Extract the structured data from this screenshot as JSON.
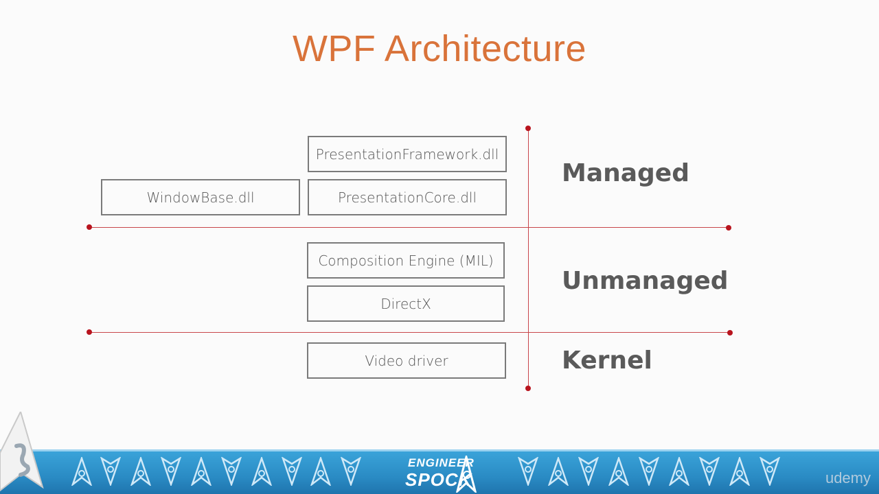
{
  "title": "WPF Architecture",
  "boxes": {
    "presentation_framework": "PresentationFramework.dll",
    "window_base": "WindowBase.dll",
    "presentation_core": "PresentationCore.dll",
    "composition_engine": "Composition Engine (MIL)",
    "directx": "DirectX",
    "video_driver": "Video driver"
  },
  "layers": {
    "managed": "Managed",
    "unmanaged": "Unmanaged",
    "kernel": "Kernel"
  },
  "footer": {
    "brand_line1": "ENGINEER",
    "brand_line2": "SPOCK",
    "platform": "udemy"
  },
  "colors": {
    "title": "#d9733a",
    "divider": "#c8454a",
    "footer": "#2a8bc4"
  }
}
